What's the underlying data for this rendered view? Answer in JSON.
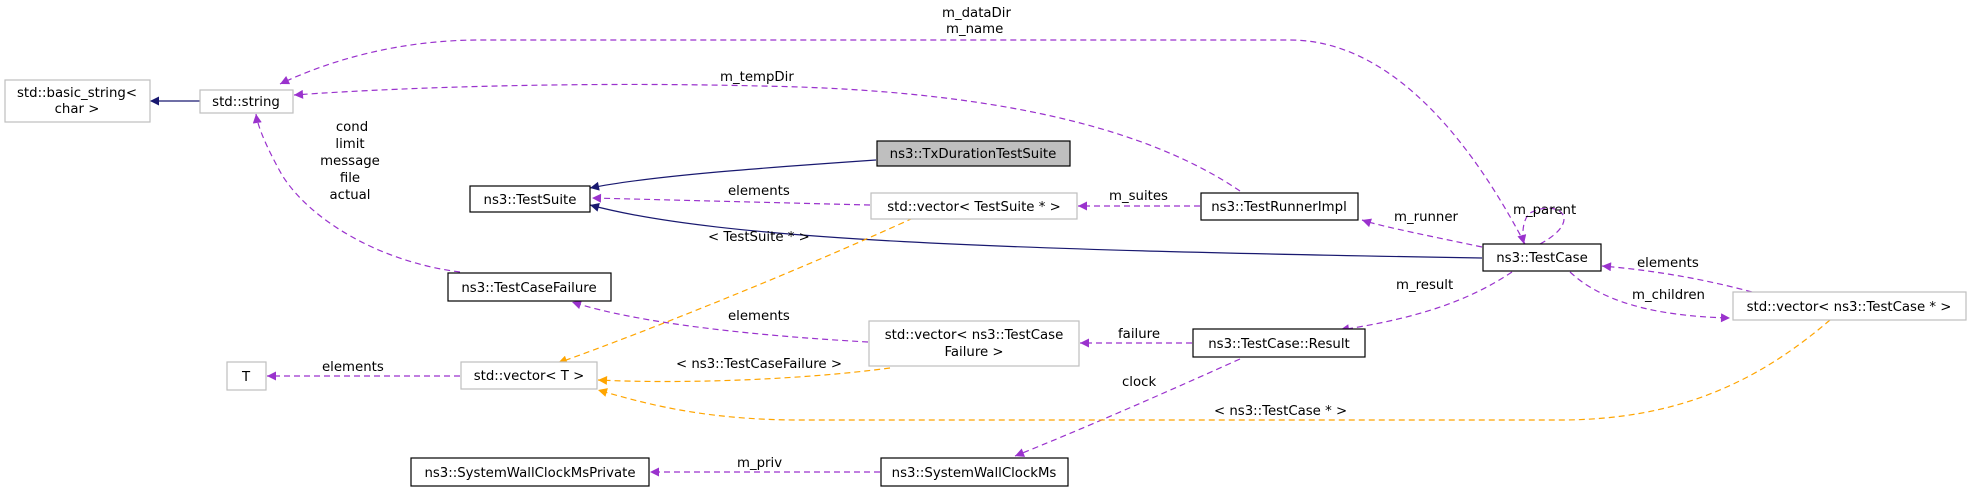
{
  "colors": {
    "inheritance": "#191970",
    "usage": "#9a32cd",
    "template": "#ffa500",
    "documented_border": "#000000",
    "undocumented_border": "#bfbfbf",
    "highlight_fill": "#bfbfbf"
  },
  "nodes": {
    "basic_string": {
      "line1": "std::basic_string<",
      "line2": "char >"
    },
    "string": {
      "label": "std::string"
    },
    "txduration": {
      "label": "ns3::TxDurationTestSuite"
    },
    "testsuite": {
      "label": "ns3::TestSuite"
    },
    "vec_testsuite": {
      "label": "std::vector< TestSuite * >"
    },
    "testrunner": {
      "label": "ns3::TestRunnerImpl"
    },
    "testcase": {
      "label": "ns3::TestCase"
    },
    "vec_testcase": {
      "label": "std::vector< ns3::TestCase * >"
    },
    "testcasefailure": {
      "label": "ns3::TestCaseFailure"
    },
    "vec_failure": {
      "line1": "std::vector< ns3::TestCase",
      "line2": "Failure >"
    },
    "result": {
      "label": "ns3::TestCase::Result"
    },
    "t": {
      "label": "T"
    },
    "vec_t": {
      "label": "std::vector< T >"
    },
    "clockpriv": {
      "label": "ns3::SystemWallClockMsPrivate"
    },
    "clock": {
      "label": "ns3::SystemWallClockMs"
    }
  },
  "edge_labels": {
    "datadir": "m_dataDir",
    "name": "m_name",
    "tempdir": "m_tempDir",
    "failure_fields": [
      "cond",
      "limit",
      "message",
      "file",
      "actual"
    ],
    "elements_suite": "elements",
    "m_suites": "m_suites",
    "tpl_suite": "< TestSuite * >",
    "m_runner": "m_runner",
    "m_parent": "m_parent",
    "elements_case": "elements",
    "m_children": "m_children",
    "m_result": "m_result",
    "elements_failure": "elements",
    "failure": "failure",
    "elements_t": "elements",
    "tpl_failure": "< ns3::TestCaseFailure >",
    "clock": "clock",
    "tpl_case": "< ns3::TestCase * >",
    "m_priv": "m_priv"
  }
}
